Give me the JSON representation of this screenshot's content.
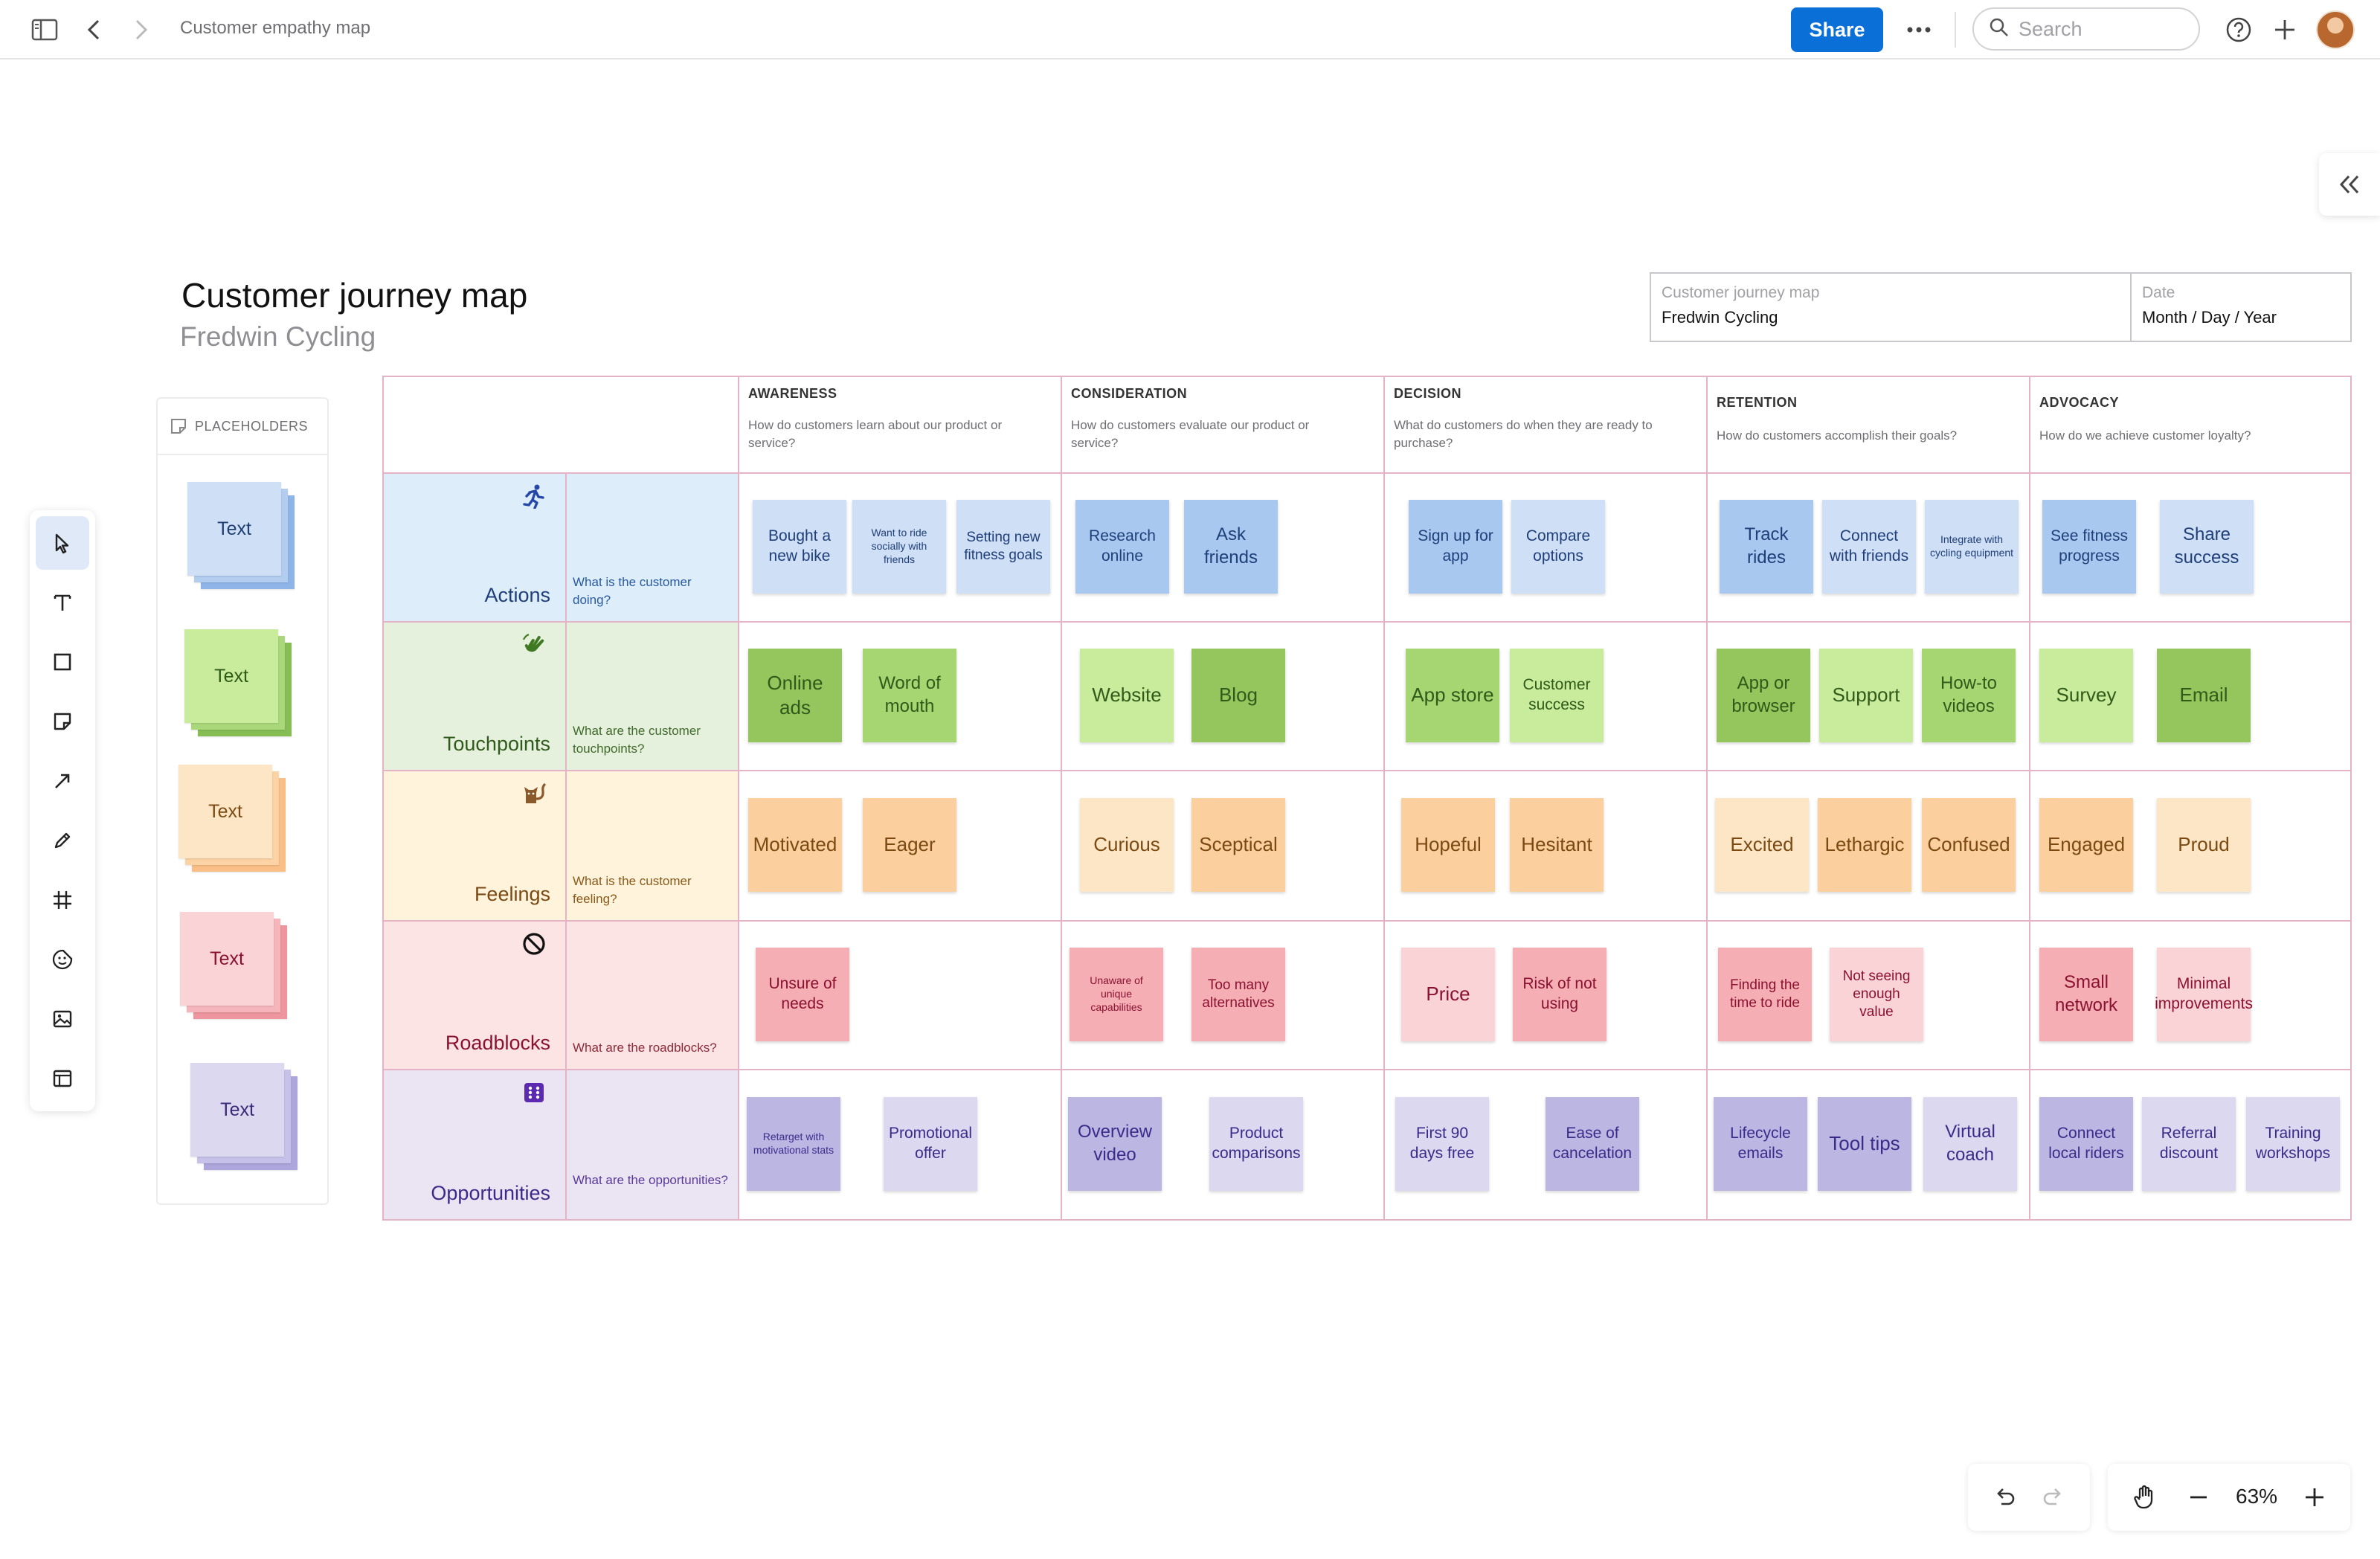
{
  "header": {
    "doc_title": "Customer empathy map",
    "share_label": "Share",
    "search_placeholder": "Search"
  },
  "title": "Customer journey map",
  "subtitle": "Fredwin Cycling",
  "info": [
    {
      "label": "Customer journey map",
      "value": "Fredwin Cycling"
    },
    {
      "label": "Date",
      "value": "Month / Day / Year"
    }
  ],
  "placeholders": {
    "heading": "PLACEHOLDERS",
    "items": [
      {
        "label": "Text",
        "c1": "#cfdff5",
        "c2": "#b3cdef",
        "c3": "#8fb5e8",
        "text_color": "#1f3f73"
      },
      {
        "label": "Text",
        "c1": "#c9ec9c",
        "c2": "#a9d77a",
        "c3": "#86bd55",
        "text_color": "#2d5a16"
      },
      {
        "label": "Text",
        "c1": "#fde6c6",
        "c2": "#fcd3a4",
        "c3": "#f9bf86",
        "text_color": "#7a4a12"
      },
      {
        "label": "Text",
        "c1": "#f9d3d6",
        "c2": "#f5b5bb",
        "c3": "#ee969f",
        "text_color": "#8a1230"
      },
      {
        "label": "Text",
        "c1": "#dbd8f0",
        "c2": "#c6c1e8",
        "c3": "#ada6dc",
        "text_color": "#3b2a7a"
      }
    ]
  },
  "stages": [
    {
      "name": "AWARENESS",
      "question": "How do customers learn about our product or service?"
    },
    {
      "name": "CONSIDERATION",
      "question": "How do customers evaluate our product or service?"
    },
    {
      "name": "DECISION",
      "question": "What do customers do when they are ready to purchase?"
    },
    {
      "name": "RETENTION",
      "question": "How do customers accomplish their goals?"
    },
    {
      "name": "ADVOCACY",
      "question": "How do we achieve customer loyalty?"
    }
  ],
  "rows": [
    {
      "label": "Actions",
      "question": "What is the customer doing?",
      "icon": "running-icon",
      "bg": "#ddeefa",
      "text_color": "#1f3f7a",
      "icon_color": "#2547a8",
      "notes": [
        [
          "Bought a new bike",
          "Want to ride socially with friends",
          "Setting new fitness goals"
        ],
        [
          "Research online",
          "Ask friends"
        ],
        [
          "Sign up for app",
          "Compare options"
        ],
        [
          "Track rides",
          "Connect with friends",
          "Integrate with cycling equipment"
        ],
        [
          "See fitness progress",
          "Share success"
        ]
      ]
    },
    {
      "label": "Touchpoints",
      "question": "What are the customer touchpoints?",
      "icon": "hand-wave-icon",
      "bg": "#e6f1dd",
      "text_color": "#2f5a1a",
      "icon_color": "#3f7a22",
      "notes": [
        [
          "Online ads",
          "Word of mouth"
        ],
        [
          "Website",
          "Blog"
        ],
        [
          "App store",
          "Customer success"
        ],
        [
          "App or browser",
          "Support",
          "How-to videos"
        ],
        [
          "Survey",
          "Email"
        ]
      ]
    },
    {
      "label": "Feelings",
      "question": "What is the customer feeling?",
      "icon": "cat-icon",
      "bg": "#fff3db",
      "text_color": "#7a4a12",
      "icon_color": "#8a5a2a",
      "notes": [
        [
          "Motivated",
          "Eager"
        ],
        [
          "Curious",
          "Sceptical"
        ],
        [
          "Hopeful",
          "Hesitant"
        ],
        [
          "Excited",
          "Lethargic",
          "Confused"
        ],
        [
          "Engaged",
          "Proud"
        ]
      ]
    },
    {
      "label": "Roadblocks",
      "question": "What are the roadblocks?",
      "icon": "prohibited-icon",
      "bg": "#fde4e4",
      "text_color": "#8a1230",
      "icon_color": "#111111",
      "notes": [
        [
          "Unsure of needs"
        ],
        [
          "Unaware of unique capabilities",
          "Too many alternatives"
        ],
        [
          "Price",
          "Risk of not using"
        ],
        [
          "Finding the time to ride",
          "Not seeing enough value"
        ],
        [
          "Small network",
          "Minimal improvements"
        ]
      ]
    },
    {
      "label": "Opportunities",
      "question": "What are the opportunities?",
      "icon": "dice-icon",
      "bg": "#ebe5f3",
      "text_color": "#3b2a8a",
      "icon_color": "#5b2ab0",
      "notes": [
        [
          "Retarget with motivational stats",
          "Promotional offer"
        ],
        [
          "Overview video",
          "Product comparisons"
        ],
        [
          "First 90 days free",
          "Ease of cancelation"
        ],
        [
          "Lifecycle emails",
          "Tool tips",
          "Virtual coach"
        ],
        [
          "Connect local riders",
          "Referral discount",
          "Training workshops"
        ]
      ]
    }
  ],
  "note_colors": {
    "blue_light": "#cfdff5",
    "blue": "#a9c8f0",
    "green_light": "#c9ec9c",
    "green": "#a6d672",
    "green_dark": "#95c65e",
    "orange_light": "#fde6c6",
    "orange": "#fccf9e",
    "pink_light": "#f9d3d6",
    "pink": "#f5aeb4",
    "purple_light": "#dbd8f0",
    "purple": "#bcb6e3"
  },
  "zoom": {
    "level": "63%"
  }
}
